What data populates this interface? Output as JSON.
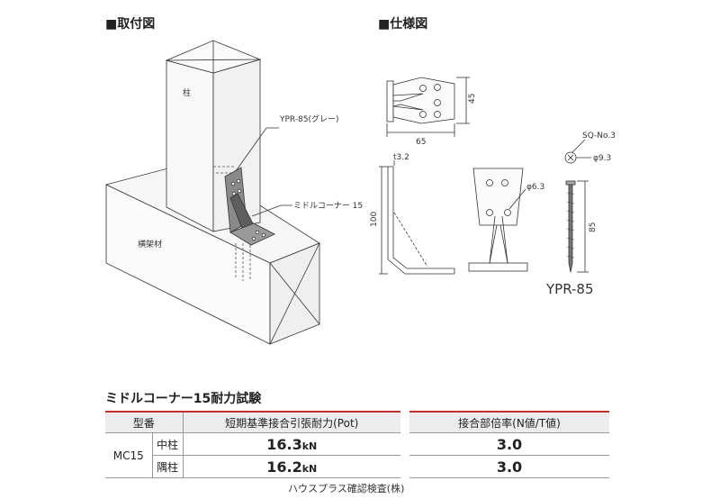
{
  "headings": {
    "mounting": "■取付図",
    "spec": "■仕様図"
  },
  "mounting_labels": {
    "post": "柱",
    "beam": "横架材",
    "bracket": "YPR-85(グレー)",
    "product": "ミドルコーナー 15"
  },
  "spec_labels": {
    "width": "65",
    "height": "45",
    "thickness": "t3.2",
    "length": "100",
    "hole": "φ6.3",
    "screw_name": "SQ-No.3",
    "screw_head": "φ9.3",
    "screw_length": "85",
    "model": "YPR-85"
  },
  "table": {
    "title": "ミドルコーナー15耐力試験",
    "headers": {
      "model": "型番",
      "strength": "短期基準接合引張耐力(Pot)",
      "ratio": "接合部倍率(N値/T値)"
    },
    "model": "MC15",
    "rows": [
      {
        "position": "中柱",
        "strength": "16.3",
        "unit": "kN",
        "ratio": "3.0"
      },
      {
        "position": "隅柱",
        "strength": "16.2",
        "unit": "kN",
        "ratio": "3.0"
      }
    ],
    "note": "ハウスプラス確認検査(株)"
  }
}
